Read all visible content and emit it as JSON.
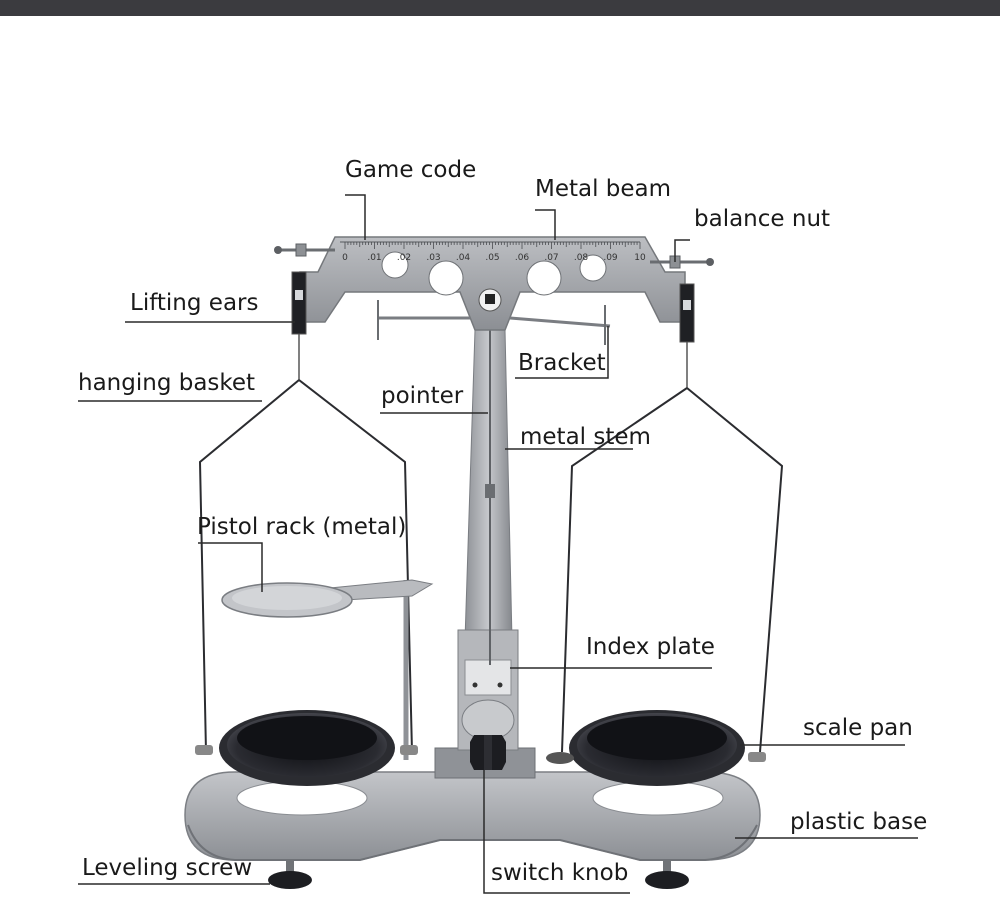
{
  "labels": {
    "game_code": "Game code",
    "metal_beam": "Metal beam",
    "balance_nut": "balance nut",
    "lifting_ears": "Lifting ears",
    "bracket": "Bracket",
    "hanging_basket": "hanging basket",
    "pointer": "pointer",
    "metal_stem": "metal stem",
    "pistol_rack": "Pistol rack (metal)",
    "index_plate": "Index plate",
    "scale_pan": "scale pan",
    "plastic_base": "plastic base",
    "leveling_screw": "Leveling screw",
    "switch_knob": "switch knob"
  },
  "beam_scale": [
    "0",
    ".01",
    ".02",
    ".03",
    ".04",
    ".05",
    ".06",
    ".07",
    ".08",
    ".09",
    "10"
  ],
  "colors": {
    "top_bar": "#3b3b3f",
    "metal": "#9a9ca0",
    "pan": "#1f2026",
    "base": "#a9abaf"
  }
}
